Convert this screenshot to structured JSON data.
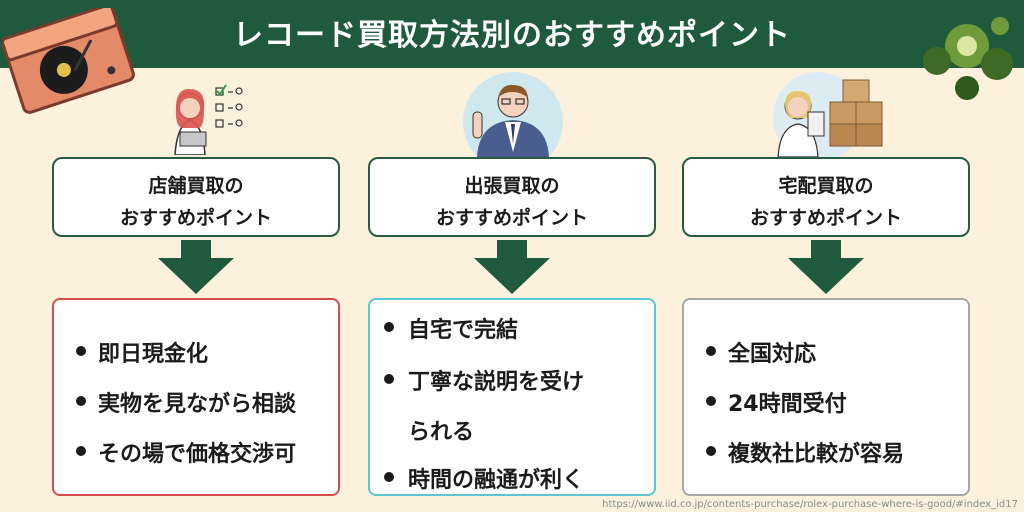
{
  "header": {
    "title": "レコード買取方法別のおすすめポイント"
  },
  "columns": [
    {
      "label_line1": "店舗買取の",
      "label_line2": "おすすめポイント",
      "points": [
        "即日現金化",
        "実物を見ながら相談",
        "その場で価格交渉可"
      ],
      "border_color": "#d84a4a"
    },
    {
      "label_line1": "出張買取の",
      "label_line2": "おすすめポイント",
      "points": [
        "自宅で完結",
        "丁寧な説明を受け",
        "られる",
        "時間の融通が利く"
      ],
      "border_color": "#5cc7cf"
    },
    {
      "label_line1": "宅配買取の",
      "label_line2": "おすすめポイント",
      "points": [
        "全国対応",
        "24時間受付",
        "複数社比較が容易"
      ],
      "border_color": "#a7a7a7"
    }
  ],
  "footer": {
    "url": "https://www.iid.co.jp/contents-purchase/rolex-purchase-where-is-good/#index_id17"
  },
  "colors": {
    "header_bg": "#1f5a3c",
    "arrow": "#1f5a3c",
    "highlight": "#f5e07a",
    "background": "#fbf1dc"
  },
  "icons": [
    "record-player-icon",
    "woman-with-checklist-icon",
    "businessman-icon",
    "woman-with-boxes-icon",
    "green-flower-decoration-icon"
  ]
}
